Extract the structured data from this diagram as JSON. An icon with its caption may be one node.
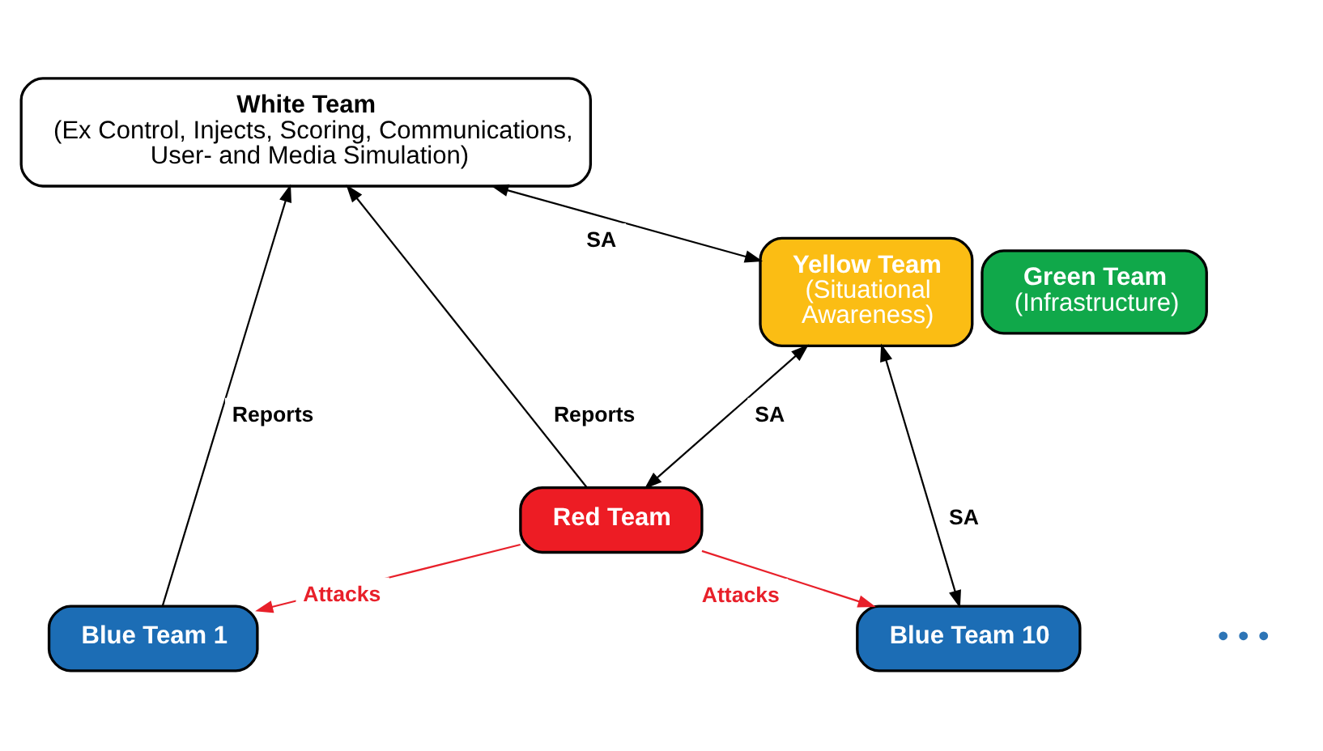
{
  "diagram": {
    "nodes": [
      {
        "text": [
          "White Team",
          "(Ex Control, Injects, Scoring, Communications, User- and Media Simulation)"
        ]
      },
      {
        "text": [
          "Green Team",
          "(Infrastructure)"
        ]
      },
      {
        "text": [
          "Yellow Team",
          "(Situational Awareness)"
        ]
      },
      {
        "text": [
          "Red Team"
        ]
      },
      {
        "text": [
          "Blue Team 1"
        ]
      },
      {
        "text": [
          "Blue Team 10"
        ]
      }
    ],
    "edges": [
      {
        "from": 4,
        "to": 0,
        "arrow": "to",
        "label": "Reports"
      },
      {
        "from": 3,
        "to": 0,
        "arrow": "to",
        "label": "Reports"
      },
      {
        "from": 0,
        "to": 2,
        "arrow": "both",
        "label": "SA"
      },
      {
        "from": 3,
        "to": 2,
        "arrow": "both",
        "label": "SA"
      },
      {
        "from": 3,
        "to": 4,
        "arrow": "to",
        "label": "Attacks",
        "color": "#e8202a"
      },
      {
        "from": 3,
        "to": 5,
        "arrow": "to",
        "label": "Attacks",
        "color": "#e8202a"
      },
      {
        "from": 5,
        "to": 2,
        "arrow": "both",
        "label": "SA"
      }
    ],
    "labels": [
      "• • •"
    ]
  }
}
